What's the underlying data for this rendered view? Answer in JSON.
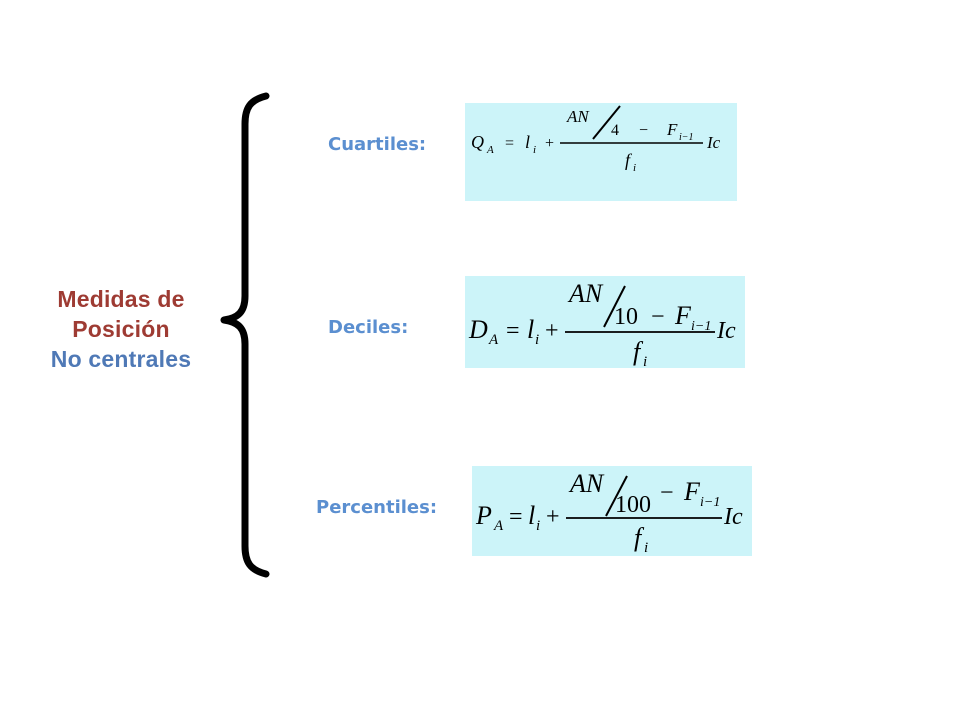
{
  "colors": {
    "title_line1": "#9e3b33",
    "title_line2": "#4f79b6",
    "label": "#5b8fd0",
    "formula_bg": "#ccf4f9",
    "ink": "#000000"
  },
  "title": {
    "line1": "Medidas de Posición",
    "line2": "No centrales"
  },
  "labels": {
    "cuartiles": "Cuartiles:",
    "deciles": "Deciles:",
    "percentiles": "Percentiles:"
  },
  "formulas": {
    "cuartiles": {
      "lhs": "Q",
      "lhs_sub": "A",
      "eq": "=",
      "l": "l",
      "l_sub": "i",
      "plus": "+",
      "num_a": "AN",
      "num_b": "4",
      "minus": "−",
      "F": "F",
      "F_sub": "i−1",
      "den": "f",
      "den_sub": "i",
      "ic": "Ic"
    },
    "deciles": {
      "lhs": "D",
      "lhs_sub": "A",
      "eq": "=",
      "l": "l",
      "l_sub": "i",
      "plus": "+",
      "num_a": "AN",
      "num_b": "10",
      "minus": "−",
      "F": "F",
      "F_sub": "i−1",
      "den": "f",
      "den_sub": "i",
      "ic": "Ic"
    },
    "percentiles": {
      "lhs": "P",
      "lhs_sub": "A",
      "eq": "=",
      "l": "l",
      "l_sub": "i",
      "plus": "+",
      "num_a": "AN",
      "num_b": "100",
      "minus": "−",
      "F": "F",
      "F_sub": "i−1",
      "den": "f",
      "den_sub": "i",
      "ic": "Ic"
    }
  }
}
